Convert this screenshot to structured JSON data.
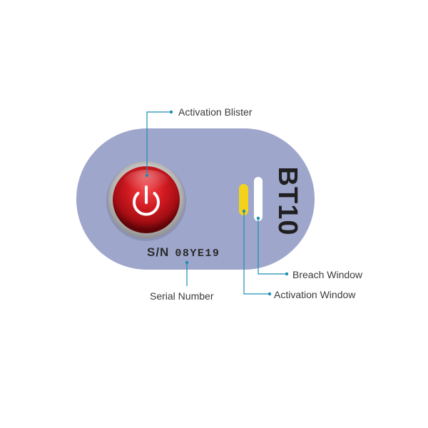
{
  "callouts": {
    "activation_blister": "Activation Blister",
    "breach_window": "Breach Window",
    "activation_window": "Activation Window",
    "serial_number": "Serial Number"
  },
  "device": {
    "model": "BT10",
    "serial_prefix": "S/N",
    "serial_value": "08YE19"
  },
  "colors": {
    "body": "#9ea6cb",
    "button_red": "#c0141b",
    "activation_window": "#f4d21c",
    "breach_window": "#ffffff",
    "leader_line": "#1a8fb3"
  },
  "icons": {
    "power": "power-icon"
  }
}
